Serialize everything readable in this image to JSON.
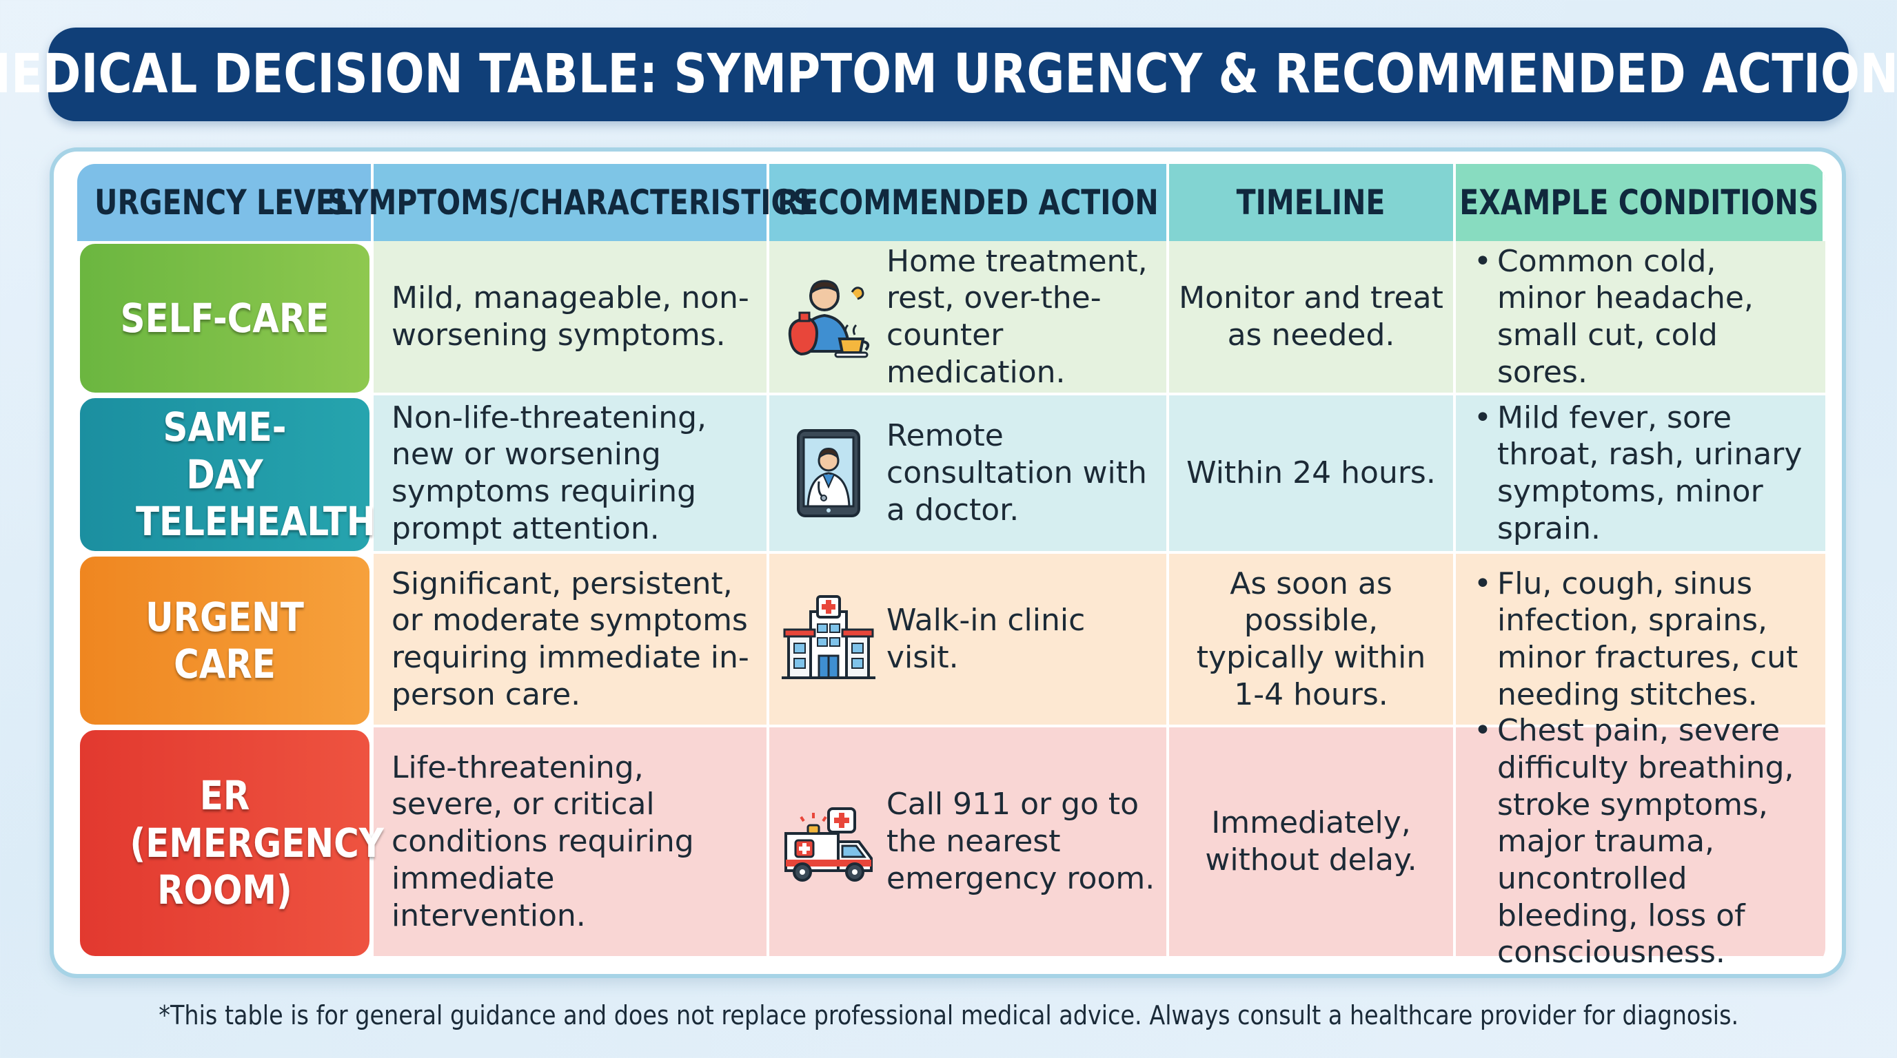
{
  "title": "MEDICAL DECISION TABLE: SYMPTOM URGENCY & RECOMMENDED ACTIONS",
  "headers": [
    "URGENCY LEVEL",
    "SYMPTOMS/CHARACTERISTICS",
    "RECOMMENDED ACTION",
    "TIMELINE",
    "EXAMPLE CONDITIONS"
  ],
  "rows": [
    {
      "level": "SELF-CARE",
      "symptoms": "Mild, manageable, non-worsening symptoms.",
      "action": "Home treatment, rest, over-the-counter medication.",
      "action_icon": "person-with-hot-water-bottle-and-tea-icon",
      "timeline": "Monitor and treat as needed.",
      "examples": "Common cold, minor headache, small cut, cold sores."
    },
    {
      "level": "SAME-DAY TELEHEALTH",
      "symptoms": "Non-life-threatening, new or worsening symptoms requiring prompt attention.",
      "action": "Remote consultation with a doctor.",
      "action_icon": "tablet-doctor-video-icon",
      "timeline": "Within 24 hours.",
      "examples": "Mild fever, sore throat, rash, urinary symptoms, minor sprain."
    },
    {
      "level": "URGENT CARE",
      "symptoms": "Significant, persistent, or moderate symptoms requiring immediate in-person care.",
      "action": "Walk-in clinic visit.",
      "action_icon": "clinic-building-icon",
      "timeline": "As soon as possible, typically within 1-4 hours.",
      "examples": "Flu, cough, sinus infection, sprains, minor fractures, cut needing stitches."
    },
    {
      "level": "ER (EMERGENCY ROOM)",
      "symptoms": "Life-threatening, severe, or critical conditions requiring immediate intervention.",
      "action": "Call 911 or go to the nearest emergency room.",
      "action_icon": "ambulance-icon",
      "timeline": "Immediately, without delay.",
      "examples": "Chest pain, severe difficulty breathing, stroke symptoms, major trauma, uncontrolled bleeding, loss of consciousness."
    }
  ],
  "bullet": "•",
  "footnote": "*This table is for general guidance and does not replace professional medical advice. Always consult a healthcare provider for diagnosis.",
  "colors": {
    "title_bg": "#103f78",
    "self_care": "#7cbf48",
    "telehealth": "#1f9aa7",
    "urgent_care": "#f29430",
    "er": "#e84636"
  }
}
